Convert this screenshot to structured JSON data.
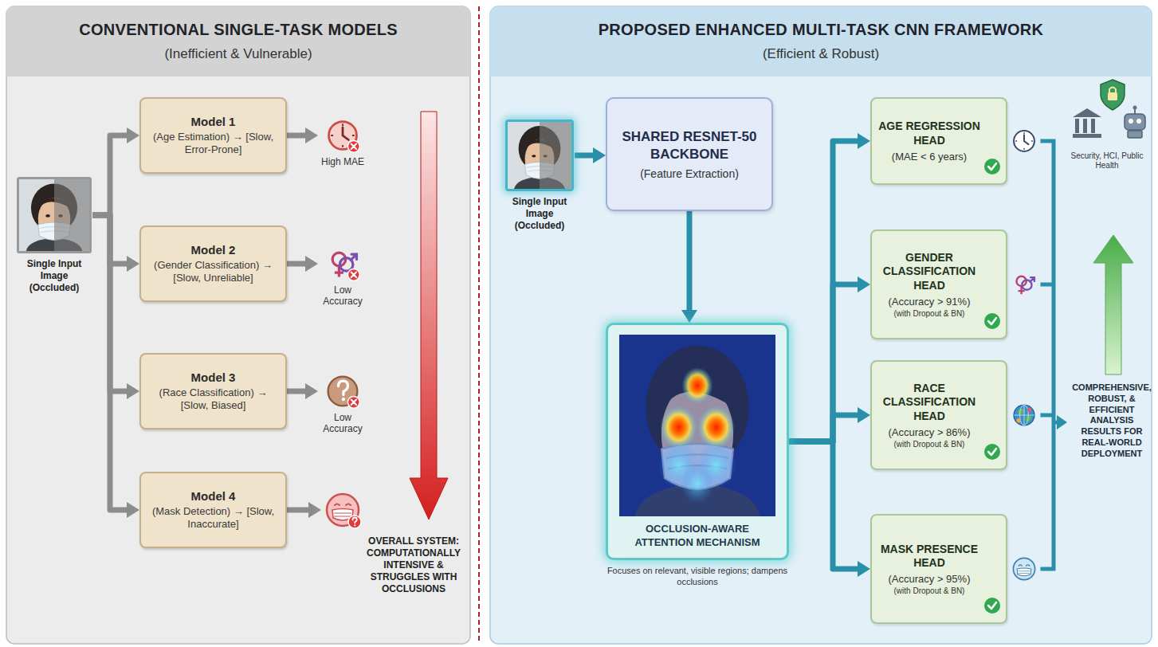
{
  "diagram": {
    "nodes": [
      {
        "text": [
          "CONVENTIONAL SINGLE-TASK MODELS",
          "(Inefficient & Vulnerable)"
        ]
      },
      {
        "text": [
          "Single Input Image (Occluded)"
        ],
        "in": 0
      },
      {
        "text": [
          "Model 1",
          "(Age Estimation) → [Slow, Error-Prone]"
        ],
        "in": 0
      },
      {
        "text": [
          "Model 2",
          "(Gender Classification) → [Slow, Unreliable]"
        ],
        "in": 0
      },
      {
        "text": [
          "Model 3",
          "(Race Classification) → [Slow, Biased]"
        ],
        "in": 0
      },
      {
        "text": [
          "Model 4",
          "(Mask Detection) → [Slow, Inaccurate]"
        ],
        "in": 0
      },
      {
        "text": [
          "High MAE"
        ],
        "in": 0
      },
      {
        "text": [
          "Low Accuracy"
        ],
        "in": 0
      },
      {
        "text": [
          "Low Accuracy"
        ],
        "in": 0
      },
      {
        "text": [
          "PROPOSED ENHANCED MULTI-TASK CNN FRAMEWORK",
          "(Efficient & Robust)"
        ]
      },
      {
        "text": [
          "Single Input Image (Occluded)"
        ],
        "in": 9
      },
      {
        "text": [
          "SHARED RESNET-50 BACKBONE",
          "(Feature Extraction)"
        ],
        "in": 9
      },
      {
        "text": [
          "OCCLUSION-AWARE ATTENTION MECHANISM",
          "Focuses on relevant, visible regions; dampens occlusions"
        ],
        "in": 9
      },
      {
        "text": [
          "AGE REGRESSION HEAD",
          "(MAE < 6 years)"
        ],
        "in": 9
      },
      {
        "text": [
          "GENDER CLASSIFICATION HEAD",
          "(Accuracy > 91%)",
          "(with Dropout & BN)"
        ],
        "in": 9
      },
      {
        "text": [
          "RACE CLASSIFICATION HEAD",
          "(Accuracy > 86%)",
          "(with Dropout & BN)"
        ],
        "in": 9
      },
      {
        "text": [
          "MASK PRESENCE HEAD",
          "(Accuracy > 95%)",
          "(with Dropout & BN)"
        ],
        "in": 9
      }
    ],
    "edges": [
      {
        "from": 1,
        "to": 2,
        "arrow": "to"
      },
      {
        "from": 1,
        "to": 3,
        "arrow": "to"
      },
      {
        "from": 1,
        "to": 4,
        "arrow": "to"
      },
      {
        "from": 1,
        "to": 5,
        "arrow": "to"
      },
      {
        "from": 2,
        "to": 6,
        "arrow": "to"
      },
      {
        "from": 3,
        "to": 7,
        "arrow": "to"
      },
      {
        "from": 4,
        "to": 8,
        "arrow": "to"
      },
      {
        "from": 10,
        "to": 11,
        "arrow": "to"
      },
      {
        "from": 11,
        "to": 12,
        "arrow": "to"
      },
      {
        "from": 12,
        "to": 13,
        "arrow": "to"
      },
      {
        "from": 12,
        "to": 14,
        "arrow": "to"
      },
      {
        "from": 12,
        "to": 15,
        "arrow": "to"
      },
      {
        "from": 12,
        "to": 16,
        "arrow": "to"
      }
    ],
    "labels": [
      "OVERALL SYSTEM: COMPUTATIONALLY INTENSIVE & STRUGGLES WITH OCCLUSIONS",
      "COMPREHENSIVE, ROBUST, & EFFICIENT ANALYSIS RESULTS FOR REAL-WORLD DEPLOYMENT",
      "Security, HCI, Public Health"
    ]
  }
}
